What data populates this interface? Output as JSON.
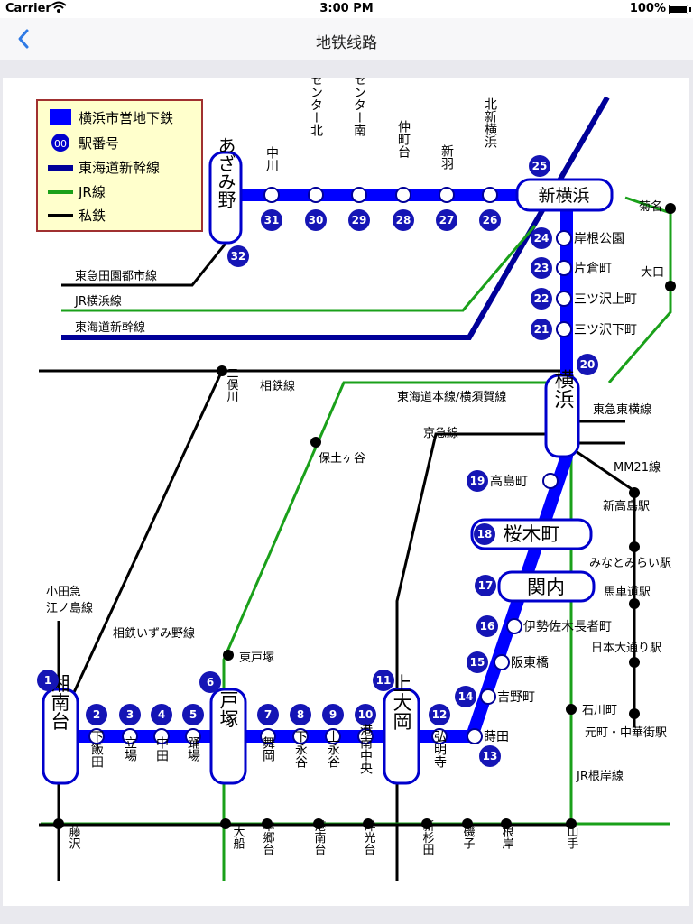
{
  "status": {
    "carrier": "Carrier",
    "time": "3:00 PM",
    "battery": "100%"
  },
  "nav": {
    "back_icon": "chevron-left-icon",
    "title": "地铁线路"
  },
  "legend": {
    "items": [
      {
        "label": "横浜市営地下鉄",
        "color": "#0000ff"
      },
      {
        "label": "駅番号",
        "badge": "00"
      },
      {
        "label": "東海道新幹線",
        "color": "#000099"
      },
      {
        "label": "JR線",
        "color": "#1aa01a"
      },
      {
        "label": "私鉄",
        "color": "#000000"
      }
    ]
  },
  "stations": {
    "s1": "湘南台",
    "s2": "下飯田",
    "s3": "立場",
    "s4": "中田",
    "s5": "踊場",
    "s6": "戸塚",
    "s7": "舞岡",
    "s8": "下永谷",
    "s9": "上永谷",
    "s10": "港南中央",
    "s11": "上大岡",
    "s12": "弘明寺",
    "s13": "蒔田",
    "s14": "吉野町",
    "s15": "阪東橋",
    "s16": "伊勢佐木長者町",
    "s17": "関内",
    "s18": "桜木町",
    "s19": "高島町",
    "s20": "横浜",
    "s21": "三ツ沢下町",
    "s22": "三ツ沢上町",
    "s23": "片倉町",
    "s24": "岸根公園",
    "s25": "新横浜",
    "s26": "北新横浜",
    "s27": "新羽",
    "s28": "仲町台",
    "s29": "センター南",
    "s30": "センター北",
    "s31": "中川",
    "s32": "あざみ野"
  },
  "numbers": {
    "n1": "1",
    "n2": "2",
    "n3": "3",
    "n4": "4",
    "n5": "5",
    "n6": "6",
    "n7": "7",
    "n8": "8",
    "n9": "9",
    "n10": "10",
    "n11": "11",
    "n12": "12",
    "n13": "13",
    "n14": "14",
    "n15": "15",
    "n16": "16",
    "n17": "17",
    "n18": "18",
    "n19": "19",
    "n20": "20",
    "n21": "21",
    "n22": "22",
    "n23": "23",
    "n24": "24",
    "n25": "25",
    "n26": "26",
    "n27": "27",
    "n28": "28",
    "n29": "29",
    "n30": "30",
    "n31": "31",
    "n32": "32"
  },
  "others": {
    "kikuna": "菊名",
    "oguchi": "大口",
    "nihigashi": "二俣川",
    "hodogaya": "保土ヶ谷",
    "higashitotsuka": "東戸塚",
    "shintakashima": "新高島駅",
    "minatomirai": "みなとみらい駅",
    "bashamichi": "馬車道駅",
    "nihonodori": "日本大通り駅",
    "motomachi": "元町・中華街駅",
    "ishikawacho": "石川町",
    "fujisawa": "藤沢",
    "ofuna": "大船",
    "hongodai": "本郷台",
    "konandai": "港南台",
    "yokodai": "洋光台",
    "shinsugita": "新杉田",
    "isogo": "磯子",
    "negishi": "根岸",
    "yamate": "山手"
  },
  "lines": {
    "tokyu_denen": "東急田園都市線",
    "jr_yokohama": "JR横浜線",
    "tokaido_shinkansen": "東海道新幹線",
    "sotetsu": "相鉄線",
    "tokaido_yokosuka": "東海道本線/横須賀線",
    "keikyu": "京急線",
    "tokyu_toyoko": "東急東横線",
    "mm21": "MM21線",
    "odakyu": "小田急",
    "enoshima": "江ノ島線",
    "sotetsu_izumino": "相鉄いずみ野線",
    "jr_negishi": "JR根岸線"
  }
}
